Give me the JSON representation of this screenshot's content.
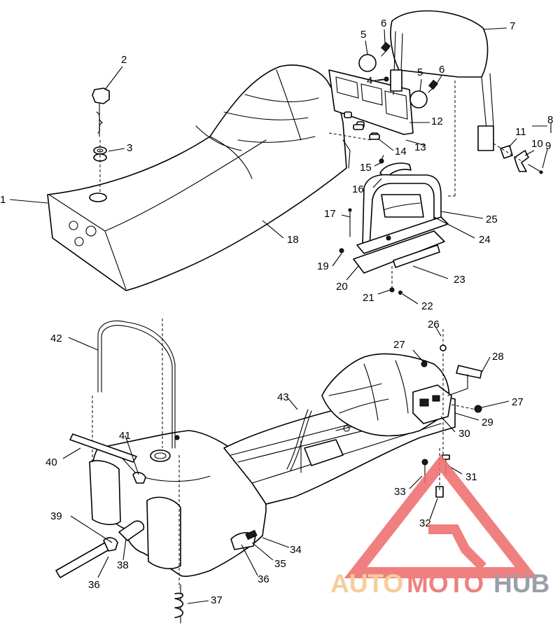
{
  "callouts": {
    "c1": "1",
    "c2": "2",
    "c3": "3",
    "c4": "4",
    "c5a": "5",
    "c5b": "5",
    "c6a": "6",
    "c6b": "6",
    "c7": "7",
    "c8": "8",
    "c9": "9",
    "c10": "10",
    "c11": "11",
    "c12": "12",
    "c13": "13",
    "c14": "14",
    "c15": "15",
    "c16": "16",
    "c17": "17",
    "c18": "18",
    "c19": "19",
    "c20": "20",
    "c21": "21",
    "c22": "22",
    "c23": "23",
    "c24": "24",
    "c25": "25",
    "c26": "26",
    "c27a": "27",
    "c27b": "27",
    "c28": "28",
    "c29": "29",
    "c30": "30",
    "c31": "31",
    "c32": "32",
    "c33": "33",
    "c34": "34",
    "c35": "35",
    "c36a": "36",
    "c36b": "36",
    "c37": "37",
    "c38": "38",
    "c39": "39",
    "c40": "40",
    "c41": "41",
    "c42": "42",
    "c43": "43"
  },
  "watermark": {
    "part1": "AUTO",
    "part2": "MOTO",
    "part3": "HUB",
    "color_light": "#f5c58a",
    "color_red": "#ee6b6b",
    "color_gray": "#8a8f99"
  }
}
